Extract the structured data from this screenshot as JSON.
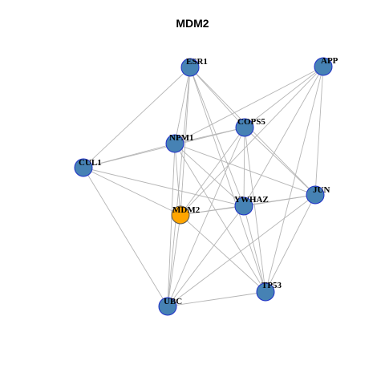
{
  "title": "MDM2",
  "colors": {
    "node_fill": "#4682B4",
    "node_stroke": "#1F2FC8",
    "highlight_fill": "#FFA500",
    "highlight_stroke": "#555555",
    "edge": "#B5B5B5",
    "label": "#000000"
  },
  "nodes": [
    {
      "id": "ESR1",
      "label": "ESR1",
      "highlight": false
    },
    {
      "id": "APP",
      "label": "APP",
      "highlight": false
    },
    {
      "id": "COPS5",
      "label": "COPS5",
      "highlight": false
    },
    {
      "id": "NPM1",
      "label": "NPM1",
      "highlight": false
    },
    {
      "id": "CUL1",
      "label": "CUL1",
      "highlight": false
    },
    {
      "id": "JUN",
      "label": "JUN",
      "highlight": false
    },
    {
      "id": "YWHAZ",
      "label": "YWHAZ",
      "highlight": false
    },
    {
      "id": "MDM2",
      "label": "MDM2",
      "highlight": true
    },
    {
      "id": "TP53",
      "label": "TP53",
      "highlight": false
    },
    {
      "id": "UBC",
      "label": "UBC",
      "highlight": false
    }
  ],
  "edges": [
    [
      "ESR1",
      "NPM1"
    ],
    [
      "ESR1",
      "COPS5"
    ],
    [
      "ESR1",
      "JUN"
    ],
    [
      "ESR1",
      "YWHAZ"
    ],
    [
      "ESR1",
      "MDM2"
    ],
    [
      "ESR1",
      "TP53"
    ],
    [
      "ESR1",
      "CUL1"
    ],
    [
      "ESR1",
      "UBC"
    ],
    [
      "APP",
      "NPM1"
    ],
    [
      "APP",
      "COPS5"
    ],
    [
      "APP",
      "JUN"
    ],
    [
      "APP",
      "YWHAZ"
    ],
    [
      "APP",
      "MDM2"
    ],
    [
      "APP",
      "TP53"
    ],
    [
      "COPS5",
      "NPM1"
    ],
    [
      "COPS5",
      "CUL1"
    ],
    [
      "COPS5",
      "JUN"
    ],
    [
      "COPS5",
      "YWHAZ"
    ],
    [
      "COPS5",
      "MDM2"
    ],
    [
      "COPS5",
      "TP53"
    ],
    [
      "COPS5",
      "UBC"
    ],
    [
      "NPM1",
      "CUL1"
    ],
    [
      "NPM1",
      "YWHAZ"
    ],
    [
      "NPM1",
      "MDM2"
    ],
    [
      "NPM1",
      "TP53"
    ],
    [
      "NPM1",
      "UBC"
    ],
    [
      "NPM1",
      "JUN"
    ],
    [
      "CUL1",
      "MDM2"
    ],
    [
      "CUL1",
      "UBC"
    ],
    [
      "CUL1",
      "YWHAZ"
    ],
    [
      "JUN",
      "YWHAZ"
    ],
    [
      "JUN",
      "MDM2"
    ],
    [
      "JUN",
      "TP53"
    ],
    [
      "JUN",
      "UBC"
    ],
    [
      "YWHAZ",
      "MDM2"
    ],
    [
      "YWHAZ",
      "TP53"
    ],
    [
      "YWHAZ",
      "UBC"
    ],
    [
      "MDM2",
      "TP53"
    ],
    [
      "MDM2",
      "UBC"
    ],
    [
      "TP53",
      "UBC"
    ]
  ]
}
